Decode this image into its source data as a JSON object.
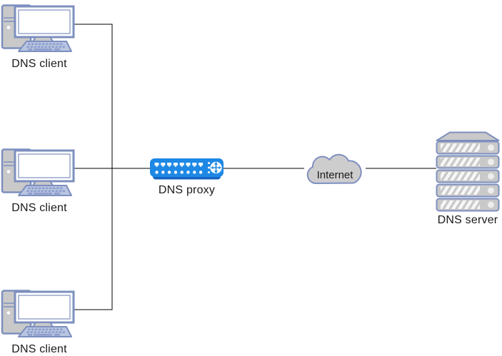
{
  "nodes": {
    "clients": [
      {
        "label": "DNS client"
      },
      {
        "label": "DNS client"
      },
      {
        "label": "DNS client"
      }
    ],
    "proxy": {
      "label": "DNS proxy"
    },
    "internet": {
      "label": "Internet"
    },
    "server": {
      "label": "DNS server"
    }
  },
  "icons": {
    "client": "desktop-computer-icon",
    "proxy": "network-switch-icon",
    "internet": "cloud-icon",
    "server": "server-rack-icon"
  },
  "colors": {
    "background": "#ffffff",
    "line": "#000000",
    "label_text": "#1a1a1a",
    "icon_border": "#7d8fbf",
    "icon_fill": "#c9c9c9",
    "screen_fill": "#ffffff",
    "keyboard_fill": "#b9c5e1",
    "key_fill": "#8d9ecc",
    "proxy_blue": "#1e88e5",
    "proxy_base_blue": "#1565c0",
    "port_white": "#ffffff",
    "cloud_fill": "#cdcdcd",
    "cloud_border": "#7f90c1",
    "vent_white": "#f7f7f7",
    "server_led": "#ededed"
  }
}
